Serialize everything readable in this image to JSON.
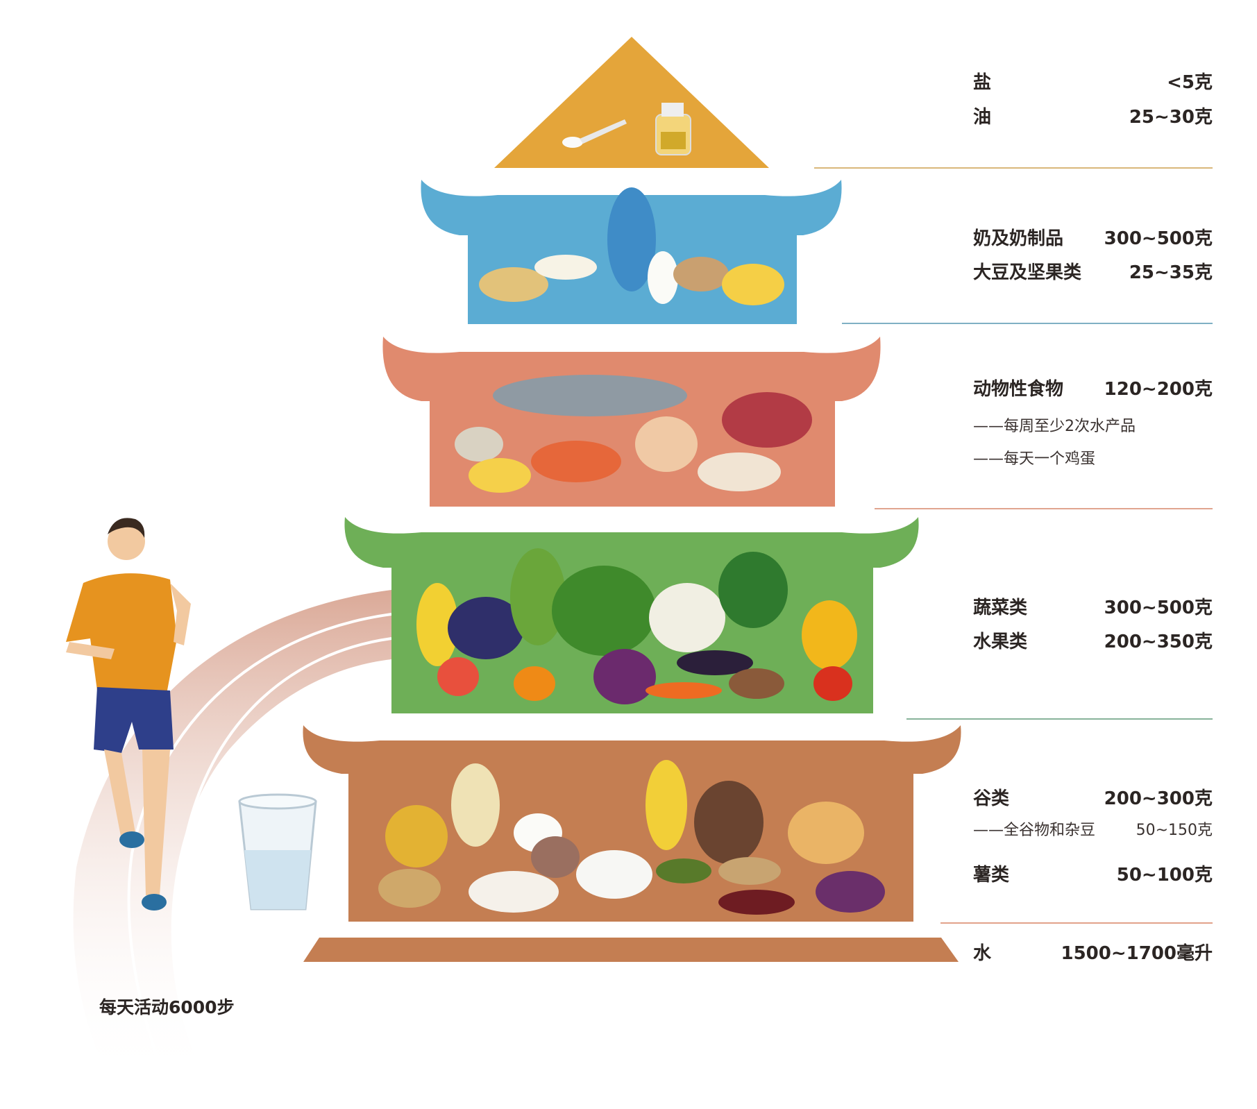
{
  "colors": {
    "oil_salt": "#E4A53A",
    "dairy": "#5BACD3",
    "animal": "#E08A6E",
    "veg": "#6EAF57",
    "grain": "#C47E52",
    "text": "#2b2523"
  },
  "tiers": [
    {
      "id": "oil-salt",
      "items": [
        {
          "label": "盐",
          "amount": "<5克"
        },
        {
          "label": "油",
          "amount": "25~30克"
        }
      ]
    },
    {
      "id": "dairy-soy",
      "items": [
        {
          "label": "奶及奶制品",
          "amount": "300~500克"
        },
        {
          "label": "大豆及坚果类",
          "amount": "25~35克"
        }
      ]
    },
    {
      "id": "animal",
      "items": [
        {
          "label": "动物性食物",
          "amount": "120~200克"
        }
      ],
      "notes": [
        "——每周至少2次水产品",
        "——每天一个鸡蛋"
      ]
    },
    {
      "id": "veg-fruit",
      "items": [
        {
          "label": "蔬菜类",
          "amount": "300~500克"
        },
        {
          "label": "水果类",
          "amount": "200~350克"
        }
      ]
    },
    {
      "id": "grain",
      "items": [
        {
          "label": "谷类",
          "amount": "200~300克"
        },
        {
          "label": "薯类",
          "amount": "50~100克"
        }
      ],
      "sub": {
        "label": "——全谷物和杂豆",
        "amount": "50~150克"
      }
    },
    {
      "id": "water",
      "items": [
        {
          "label": "水",
          "amount": "1500~1700毫升"
        }
      ]
    }
  ],
  "activity": "每天活动6000步"
}
